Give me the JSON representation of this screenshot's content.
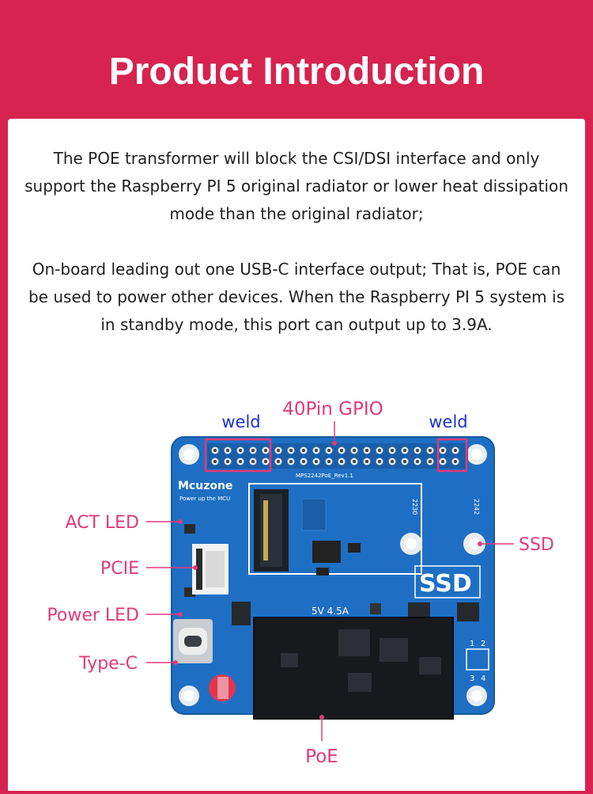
{
  "header": {
    "title": "Product Introduction",
    "bg_color": "#d6234f"
  },
  "intro": {
    "paragraph_1": "The POE transformer will block the CSI/DSI interface and only support the Raspberry PI 5 original radiator or lower heat dissipation mode than the original radiator;",
    "paragraph_2": "On-board leading out one USB-C interface output; That is, POE can be used to power other devices. When the Raspberry PI 5 system is in standby mode, this port can output up to 3.9A."
  },
  "diagram": {
    "callouts": {
      "gpio": "40Pin GPIO",
      "weld_left": "weld",
      "weld_right": "weld",
      "act_led": "ACT LED",
      "pcie": "PCIE",
      "power_led": "Power LED",
      "type_c": "Type-C",
      "ssd": "SSD",
      "poe": "PoE"
    },
    "board_text": {
      "brand": "Mcuzone",
      "tagline": "Power up the MCU",
      "model": "MPS2242PoE_Rev1.1",
      "ssd_mark": "SSD",
      "size_2230": "2230",
      "size_2242": "2242",
      "poe_rating": "5V 4.5A",
      "pin_1": "1",
      "pin_2": "2",
      "pin_3": "3",
      "pin_4": "4"
    },
    "colors": {
      "callout": "#e13a7a",
      "weld_label": "#1a2fd1",
      "board": "#1e6fc4",
      "accent": "#d6234f"
    }
  }
}
